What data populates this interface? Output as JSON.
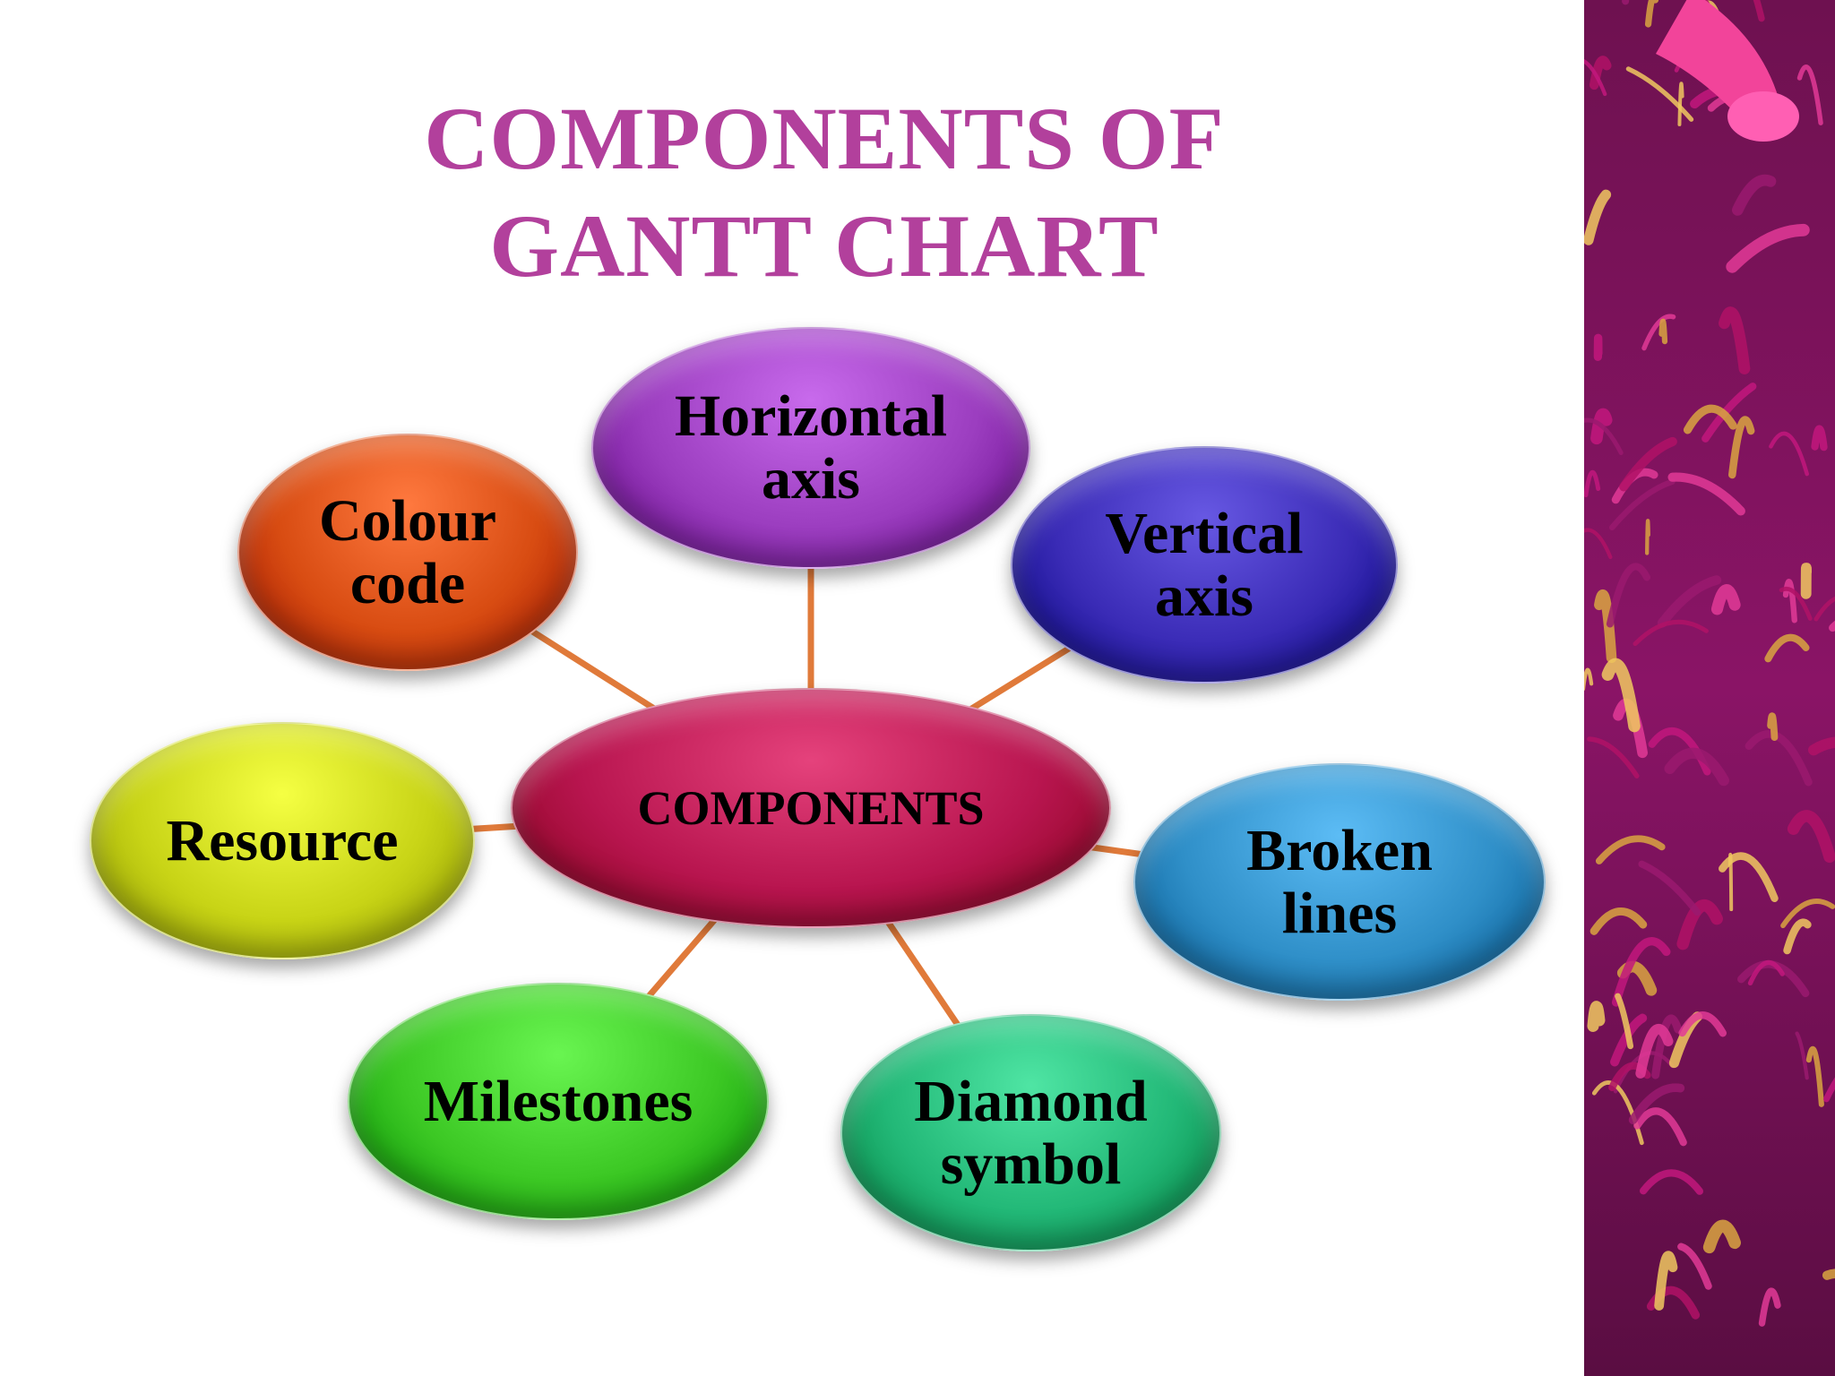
{
  "title": {
    "line1": "COMPONENTS OF",
    "line2": "GANTT CHART",
    "color": "#b2409c"
  },
  "center": {
    "label": "COMPONENTS",
    "color": "#b8154f"
  },
  "nodes": [
    {
      "label": "Horizontal\naxis",
      "color": "#9b3dbf"
    },
    {
      "label": "Vertical\naxis",
      "color": "#3a2bb6"
    },
    {
      "label": "Broken\nlines",
      "color": "#2f8fc8"
    },
    {
      "label": "Diamond\nsymbol",
      "color": "#22b877"
    },
    {
      "label": "Milestones",
      "color": "#3cc824"
    },
    {
      "label": "Resource",
      "color": "#c8d416"
    },
    {
      "label": "Colour\ncode",
      "color": "#d84c12"
    }
  ],
  "connector_color": "#e07a3a"
}
